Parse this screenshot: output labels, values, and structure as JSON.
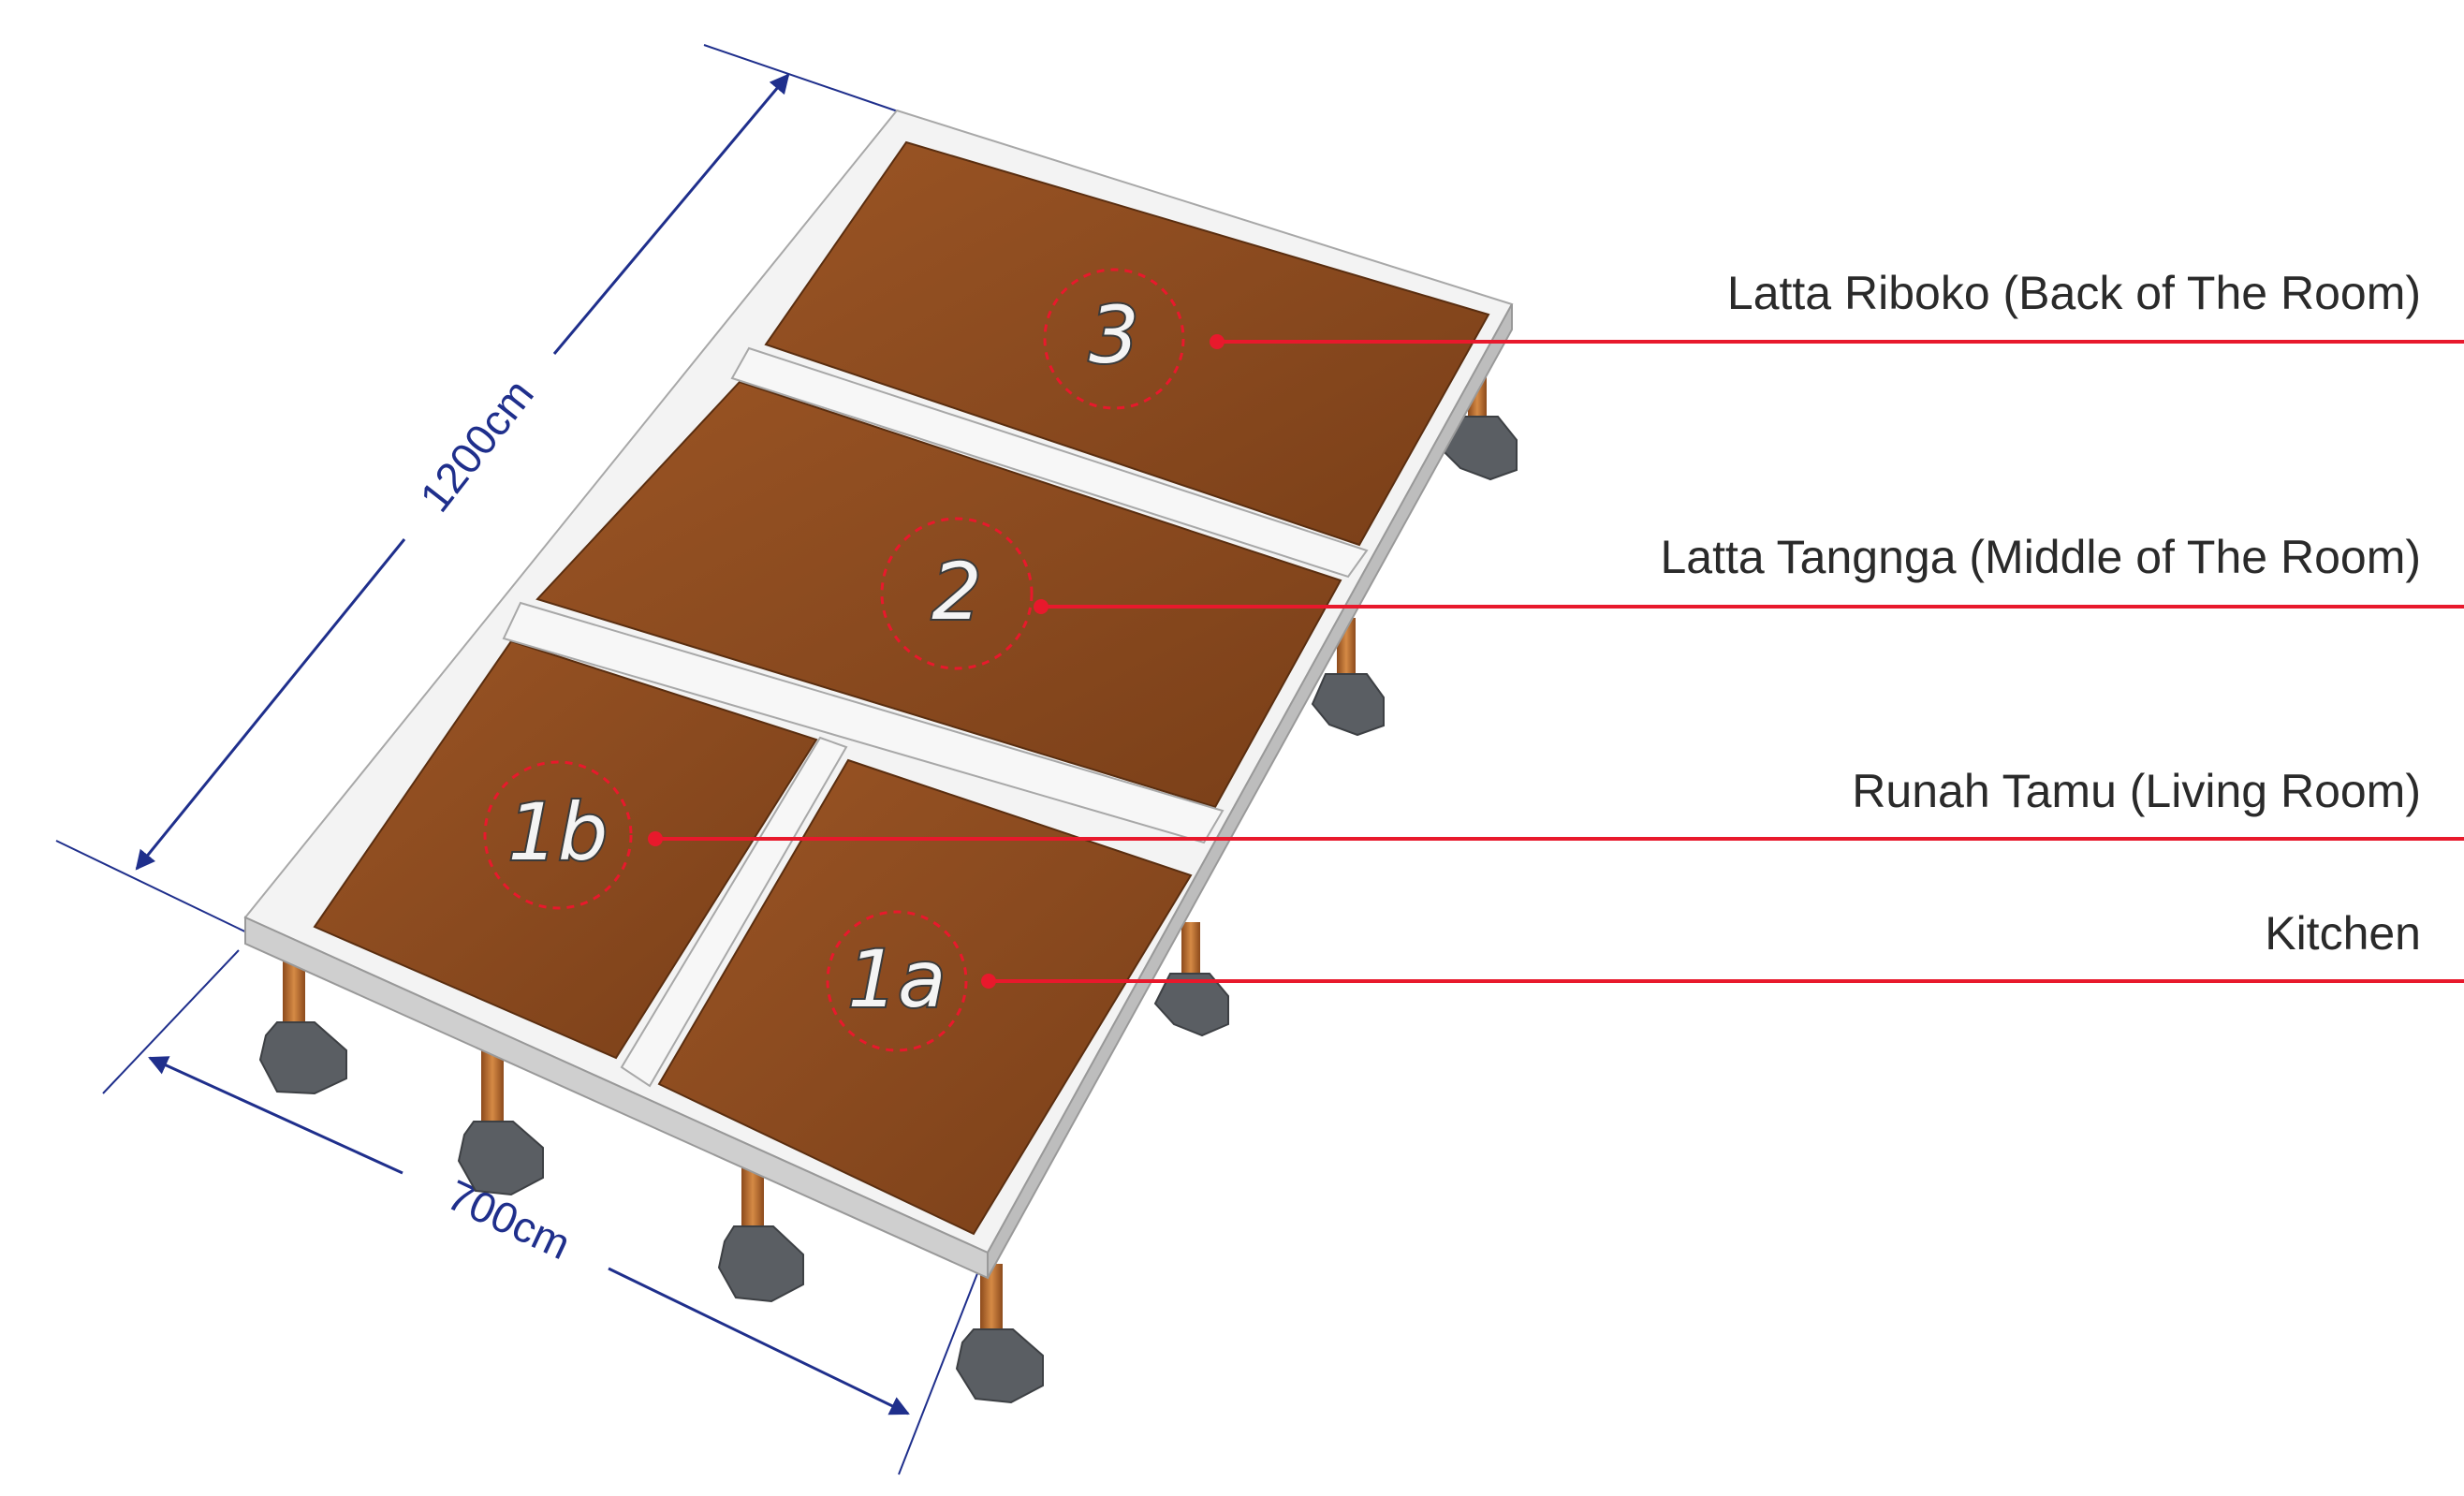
{
  "dimensions": {
    "length": "1200cm",
    "width": "700cm"
  },
  "rooms": [
    {
      "number": "3",
      "label": "Latta Riboko (Back of The Room)"
    },
    {
      "number": "2",
      "label": "Latta Tangnga (Middle of The Room)"
    },
    {
      "number": "1b",
      "label": "Runah Tamu (Living Room)"
    },
    {
      "number": "1a",
      "label": "Kitchen"
    }
  ],
  "colors": {
    "floor": "#8a4a1f",
    "frame": "#f3f3f3",
    "leader": "#e8192c",
    "dimension": "#1f2f8c",
    "footing": "#5a5e63",
    "post": "#b8682c"
  }
}
